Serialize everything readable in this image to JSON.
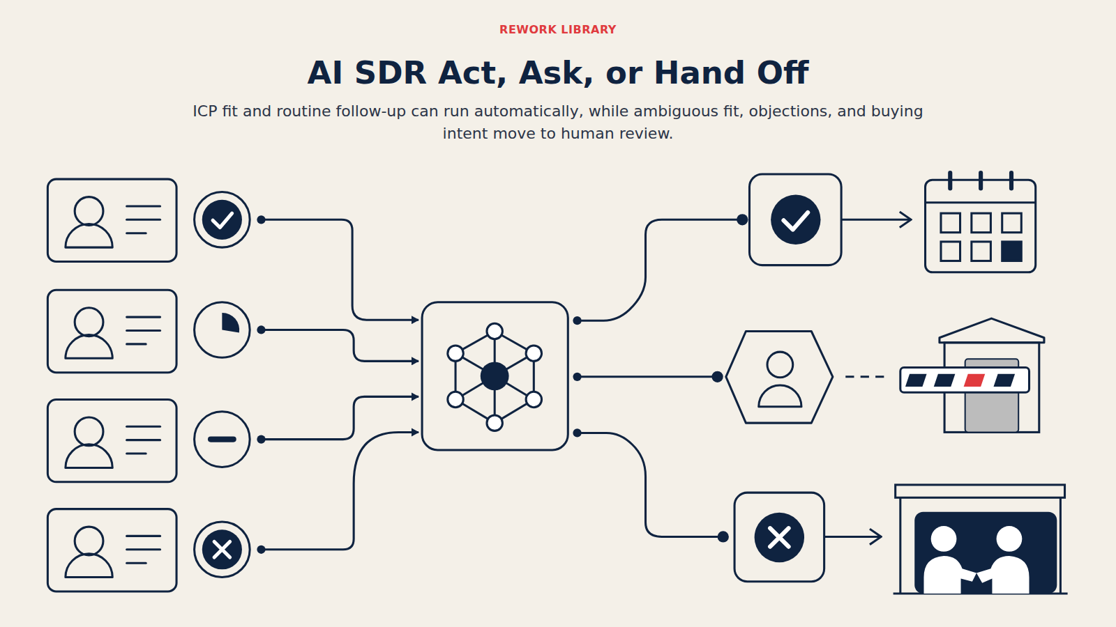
{
  "diagram": {
    "title": "AI SDR Act, Ask, or Hand Off",
    "caption": "ICP fit and routine follow-up can run automatically, while ambiguous fit, objections, and buying intent move to human review.",
    "labels": [
      "REWORK LIBRARY"
    ]
  }
}
